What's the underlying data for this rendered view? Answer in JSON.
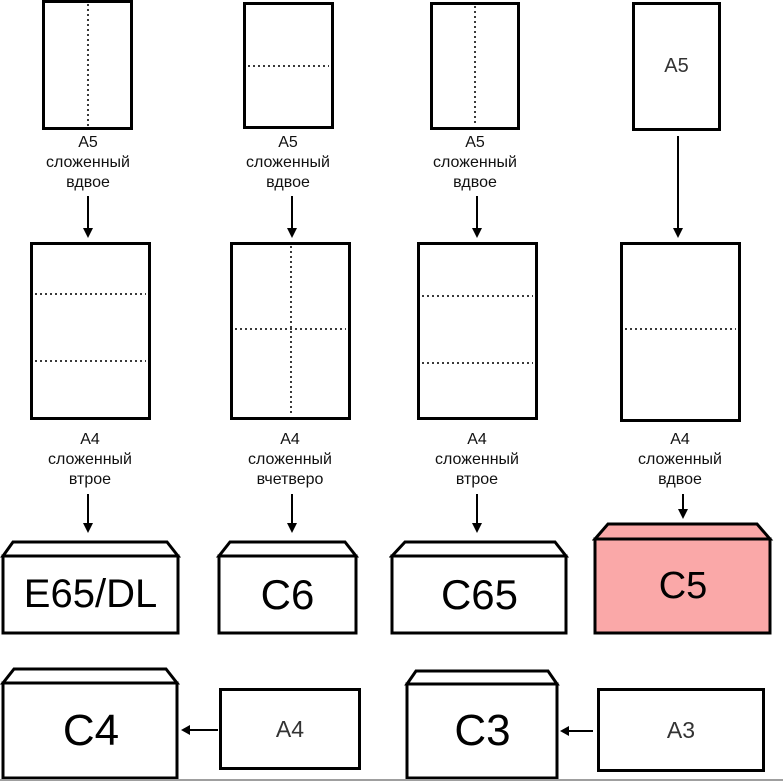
{
  "colors": {
    "highlight": "#FAA8A8"
  },
  "row1": {
    "sheets": [
      {
        "caption": [
          "A5",
          "сложенный",
          "вдвое"
        ]
      },
      {
        "caption": [
          "A5",
          "сложенный",
          "вдвое"
        ]
      },
      {
        "caption": [
          "A5",
          "сложенный",
          "вдвое"
        ]
      },
      {
        "inner": "A5"
      }
    ]
  },
  "row2": {
    "sheets": [
      {
        "caption": [
          "A4",
          "сложенный",
          "втрое"
        ]
      },
      {
        "caption": [
          "A4",
          "сложенный",
          "вчетверо"
        ]
      },
      {
        "caption": [
          "A4",
          "сложенный",
          "втрое"
        ]
      },
      {
        "caption": [
          "A4",
          "сложенный",
          "вдвое"
        ]
      }
    ]
  },
  "row3": {
    "envelopes": [
      {
        "label": "E65/DL",
        "highlighted": false
      },
      {
        "label": "C6",
        "highlighted": false
      },
      {
        "label": "C65",
        "highlighted": false
      },
      {
        "label": "C5",
        "highlighted": true
      }
    ]
  },
  "row4": {
    "envelopes": [
      {
        "label": "C4"
      },
      {
        "label": "C3"
      }
    ],
    "sheets": [
      {
        "label": "A4"
      },
      {
        "label": "A3"
      }
    ]
  }
}
